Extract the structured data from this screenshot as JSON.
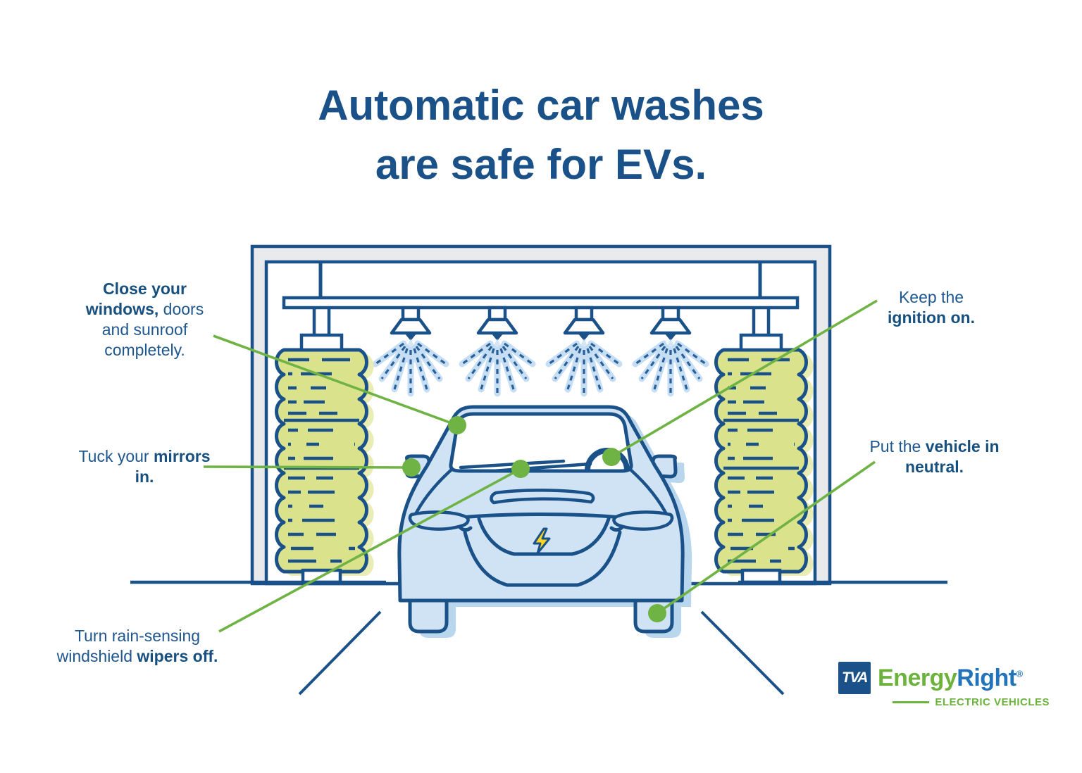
{
  "title": {
    "line1": "Automatic car washes",
    "line2": "are safe for EVs."
  },
  "callouts": {
    "windows": {
      "bold": "Close your windows,",
      "rest": " doors and sunroof completely."
    },
    "mirrors": {
      "pre": "Tuck your ",
      "bold": "mirrors in."
    },
    "wipers": {
      "pre": "Turn rain-sensing windshield ",
      "bold": "wipers off."
    },
    "ignition": {
      "pre": "Keep the ",
      "bold": "ignition on."
    },
    "neutral": {
      "pre": "Put the ",
      "bold": "vehicle in neutral."
    }
  },
  "logo": {
    "tva": "TVA",
    "energy": "Energy",
    "right": "Right",
    "reg": "®",
    "tagline": "ELECTRIC VEHICLES"
  },
  "icons": {
    "lightning_bolt_icon": "lightning-bolt",
    "spray_nozzle_icon": "spray-nozzle",
    "brush_icon": "car-wash-brush"
  },
  "colors": {
    "dark_blue": "#1B5189",
    "light_blue_fill": "#CFE3F5",
    "shadow_blue": "#B9D6EF",
    "spray_blue": "#C6DEF4",
    "green_accent": "#6FB344",
    "brush_green": "#DAE28C",
    "brush_green_shadow": "#E9EDB4",
    "frame_gray": "#E9EAEC",
    "bolt_yellow": "#FFD520",
    "logo_green": "#6CB33E",
    "logo_blue": "#2273BA"
  }
}
